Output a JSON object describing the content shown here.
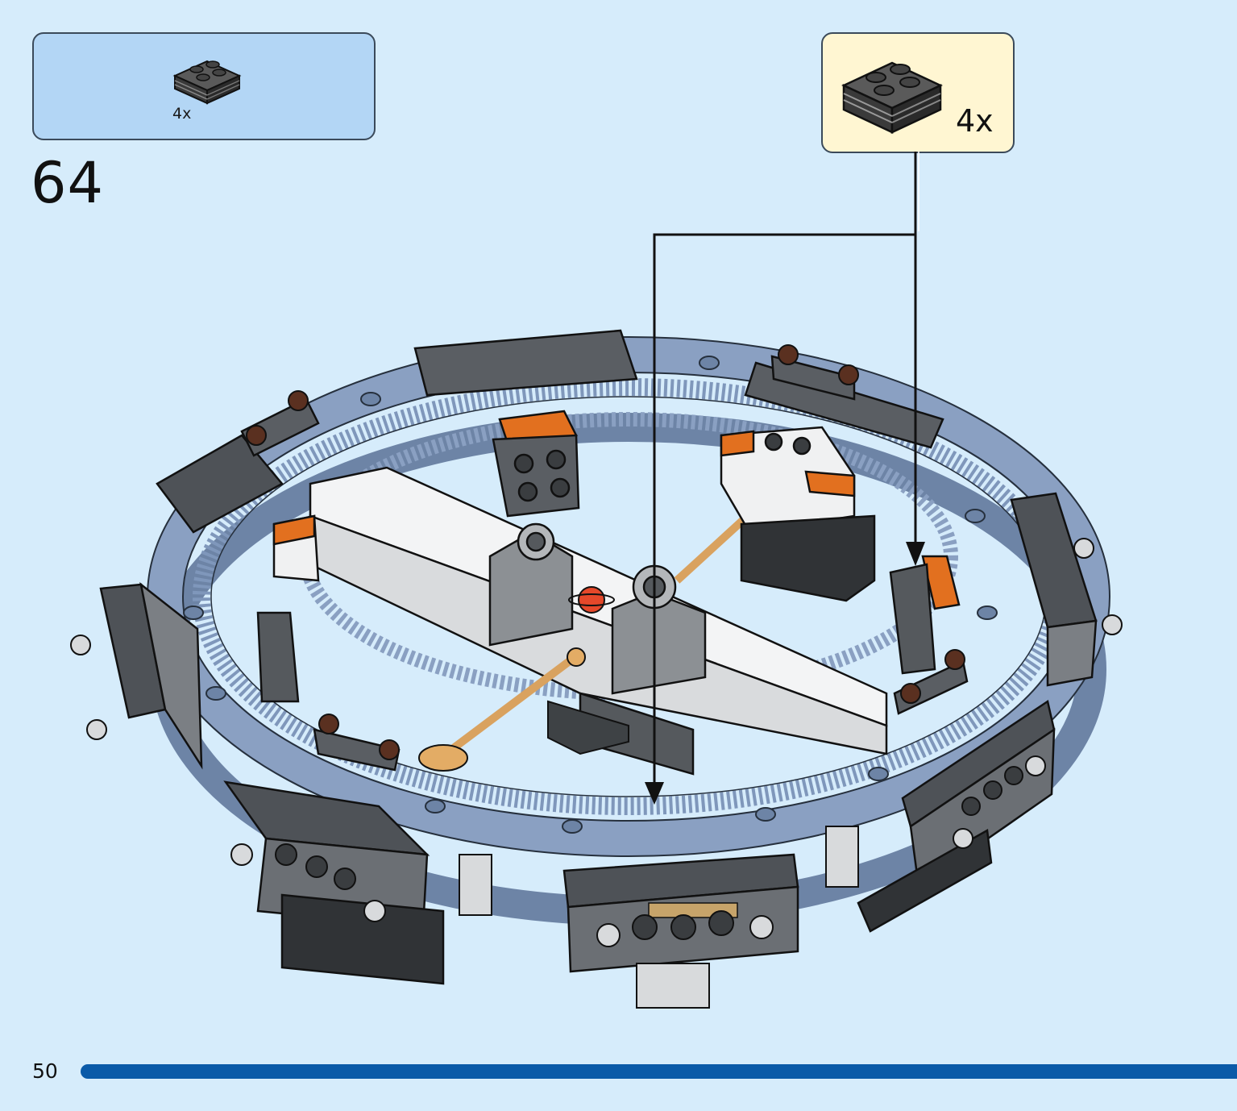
{
  "parts_box": {
    "quantity": "4x",
    "part_icon": "dark-gray-plate-2x2-stack-icon",
    "background": "#b3d6f5"
  },
  "step": {
    "number": "64"
  },
  "callout": {
    "quantity": "4x",
    "part_icon": "dark-gray-plate-2x2-stack-icon",
    "background": "#fff6d2"
  },
  "model": {
    "icon": "gear-ring-assembly-illustration"
  },
  "footer": {
    "page_number": "50",
    "progress": 1.0,
    "progress_color": "#0a5aa8"
  }
}
